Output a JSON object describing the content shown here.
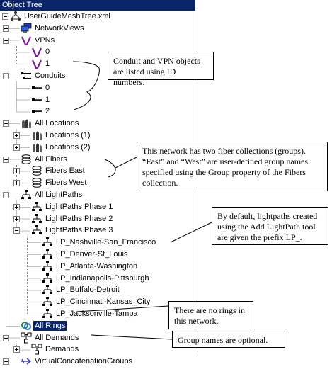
{
  "window": {
    "title": "Object Tree"
  },
  "tree": {
    "root": "UserGuideMeshTree.xml",
    "network_views": "NetworkViews",
    "vpns": {
      "label": "VPNs",
      "items": [
        "0",
        "1"
      ]
    },
    "conduits": {
      "label": "Conduits",
      "items": [
        "0",
        "1",
        "2"
      ]
    },
    "locations": {
      "label": "All Locations",
      "items": [
        "Locations (1)",
        "Locations (2)"
      ]
    },
    "fibers": {
      "label": "All Fibers",
      "items": [
        "Fibers East",
        "Fibers West"
      ]
    },
    "lightpaths": {
      "label": "All LightPaths",
      "phases": [
        "LightPaths Phase 1",
        "LightPaths Phase 2",
        "LightPaths Phase 3"
      ],
      "items": [
        "LP_Nashville-San_Francisco",
        "LP_Denver-St_Louis",
        "LP_Atlanta-Washington",
        "LP_Indianapolis-Pittsburgh",
        "LP_Buffalo-Detroit",
        "LP_Cincinnati-Kansas_City",
        "LP_Jacksonville-Tampa"
      ]
    },
    "rings": "All Rings",
    "demands": {
      "label": "All Demands",
      "items": [
        "Demands"
      ]
    },
    "vcg": "VirtualConcatenationGroups"
  },
  "callouts": {
    "conduit_vpn": "Conduit and VPN objects are listed using ID numbers.",
    "fibers": "This network has two fiber collections (groups). “East” and “West” are user-defined group names specified using the Group property of the Fibers collection.",
    "lightpaths": "By default, lightpaths created using the Add LightPath tool are given the prefix LP_.",
    "rings": "There are no rings in this network.",
    "groups": "Group names are optional."
  },
  "icons": {
    "root": "network-tree-icon",
    "network_views": "network-views-icon",
    "vpn": "vpn-icon",
    "conduit": "conduit-icon",
    "location": "location-icon",
    "fiber": "fiber-icon",
    "lightpath": "lightpath-icon",
    "ring": "ring-icon",
    "demand": "demand-icon",
    "vcg": "vcg-arrow-icon"
  },
  "colors": {
    "titlebar": "#0a246a",
    "selection": "#0a246a",
    "vpn": "#7a1f8c",
    "ring": "#1a8a3c",
    "vcg": "#3030c0"
  }
}
